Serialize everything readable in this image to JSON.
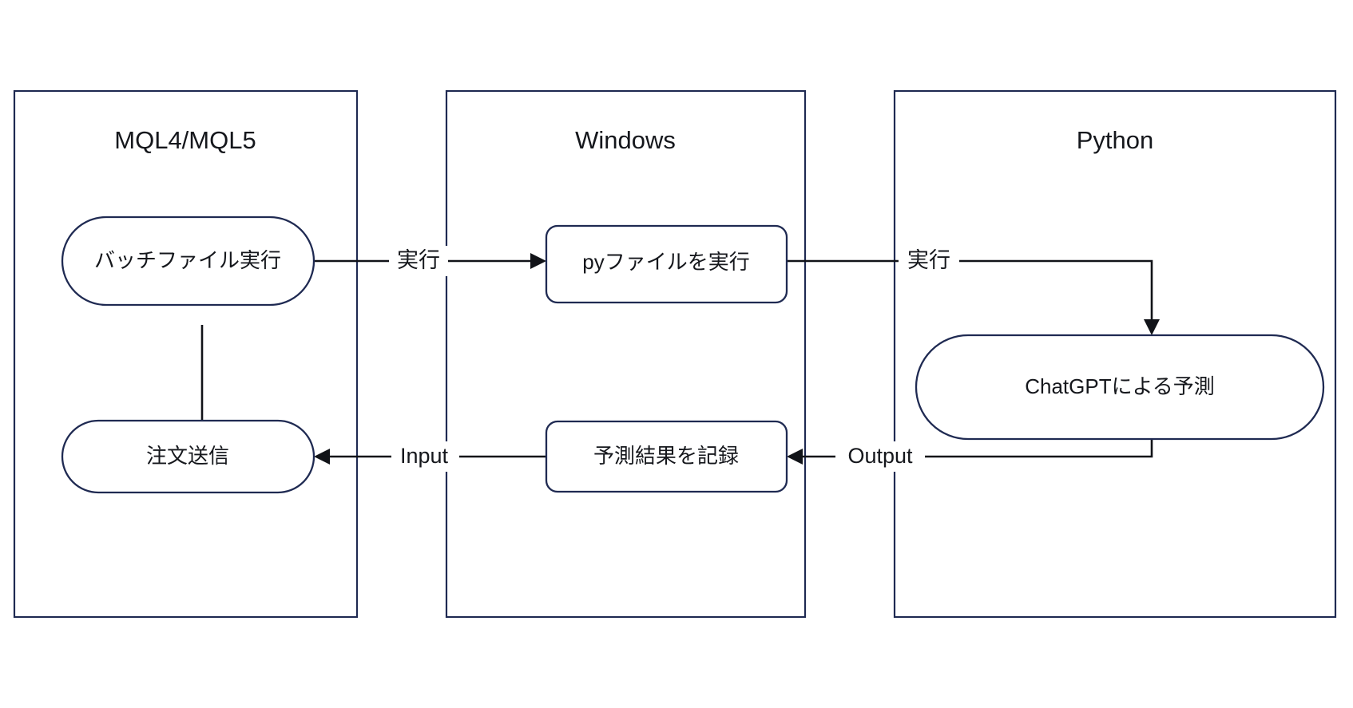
{
  "diagram": {
    "type": "flowchart",
    "orientation": "left-to-right",
    "background_color": "#ffffff",
    "lane_border_color": "#1f2a52",
    "node_border_color": "#1f2a52",
    "edge_color": "#111318",
    "text_color": "#15171c",
    "lanes": [
      {
        "id": "lane-mql",
        "title": "MQL4/MQL5",
        "nodes": [
          {
            "id": "node-batch",
            "label": "バッチファイル実行",
            "shape": "stadium"
          },
          {
            "id": "node-order",
            "label": "注文送信",
            "shape": "stadium"
          }
        ]
      },
      {
        "id": "lane-windows",
        "title": "Windows",
        "nodes": [
          {
            "id": "node-runpy",
            "label": "pyファイルを実行",
            "shape": "rounded-rect"
          },
          {
            "id": "node-record",
            "label": "予測結果を記録",
            "shape": "rounded-rect"
          }
        ]
      },
      {
        "id": "lane-python",
        "title": "Python",
        "nodes": [
          {
            "id": "node-chatgpt",
            "label": "ChatGPTによる予測",
            "shape": "stadium"
          }
        ]
      }
    ],
    "edges": [
      {
        "id": "edge-batch-to-order",
        "from": "node-batch",
        "to": "node-order",
        "label": ""
      },
      {
        "id": "edge-batch-to-runpy",
        "from": "node-batch",
        "to": "node-runpy",
        "label": "実行"
      },
      {
        "id": "edge-runpy-to-chatgpt",
        "from": "node-runpy",
        "to": "node-chatgpt",
        "label": "実行"
      },
      {
        "id": "edge-chatgpt-to-record",
        "from": "node-chatgpt",
        "to": "node-record",
        "label": "Output"
      },
      {
        "id": "edge-record-to-order",
        "from": "node-record",
        "to": "node-order",
        "label": "Input"
      }
    ]
  }
}
